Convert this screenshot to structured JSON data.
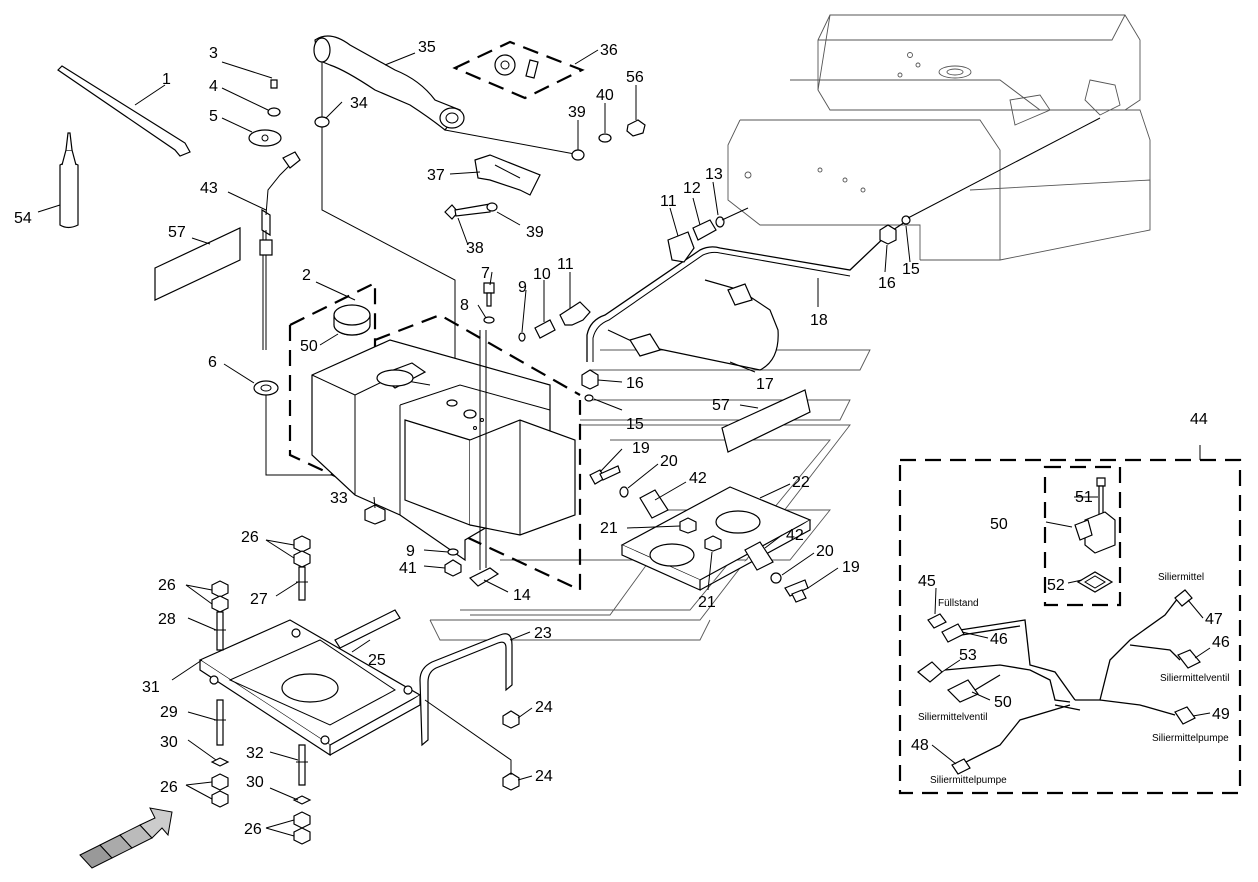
{
  "labels": {
    "n1": "1",
    "n2": "2",
    "n3": "3",
    "n4": "4",
    "n5": "5",
    "n6": "6",
    "n7": "7",
    "n8a": "8",
    "n9a": "9",
    "n9b": "9",
    "n10": "10",
    "n11a": "11",
    "n11b": "11",
    "n12": "12",
    "n13": "13",
    "n14": "14",
    "n15a": "15",
    "n15b": "15",
    "n16a": "16",
    "n16b": "16",
    "n17": "17",
    "n18": "18",
    "n19a": "19",
    "n19b": "19",
    "n20a": "20",
    "n20b": "20",
    "n21a": "21",
    "n21b": "21",
    "n22": "22",
    "n23": "23",
    "n24a": "24",
    "n24b": "24",
    "n25": "25",
    "n26a": "26",
    "n26b": "26",
    "n26c": "26",
    "n26d": "26",
    "n27": "27",
    "n28": "28",
    "n29": "29",
    "n30a": "30",
    "n30b": "30",
    "n31": "31",
    "n32": "32",
    "n33": "33",
    "n34": "34",
    "n35": "35",
    "n36": "36",
    "n37": "37",
    "n38": "38",
    "n39a": "39",
    "n39b": "39",
    "n40": "40",
    "n41": "41",
    "n42a": "42",
    "n42b": "42",
    "n43": "43",
    "n44": "44",
    "n45": "45",
    "n46a": "46",
    "n46b": "46",
    "n47": "47",
    "n48": "48",
    "n49": "49",
    "n50a": "50",
    "n50b": "50",
    "n50c": "50",
    "n51": "51",
    "n52": "52",
    "n53": "53",
    "n54": "54",
    "n56": "56",
    "n57a": "57",
    "n57b": "57"
  },
  "wiring_labels": {
    "fuellstand": "Füllstand",
    "siliermittel": "Siliermittel",
    "siliermittelventil_right": "Siliermittelventil",
    "siliermittelventil_left": "Siliermittelventil",
    "siliermittelpumpe_right": "Siliermittelpumpe",
    "siliermittelpumpe_bottom": "Siliermittelpumpe"
  }
}
